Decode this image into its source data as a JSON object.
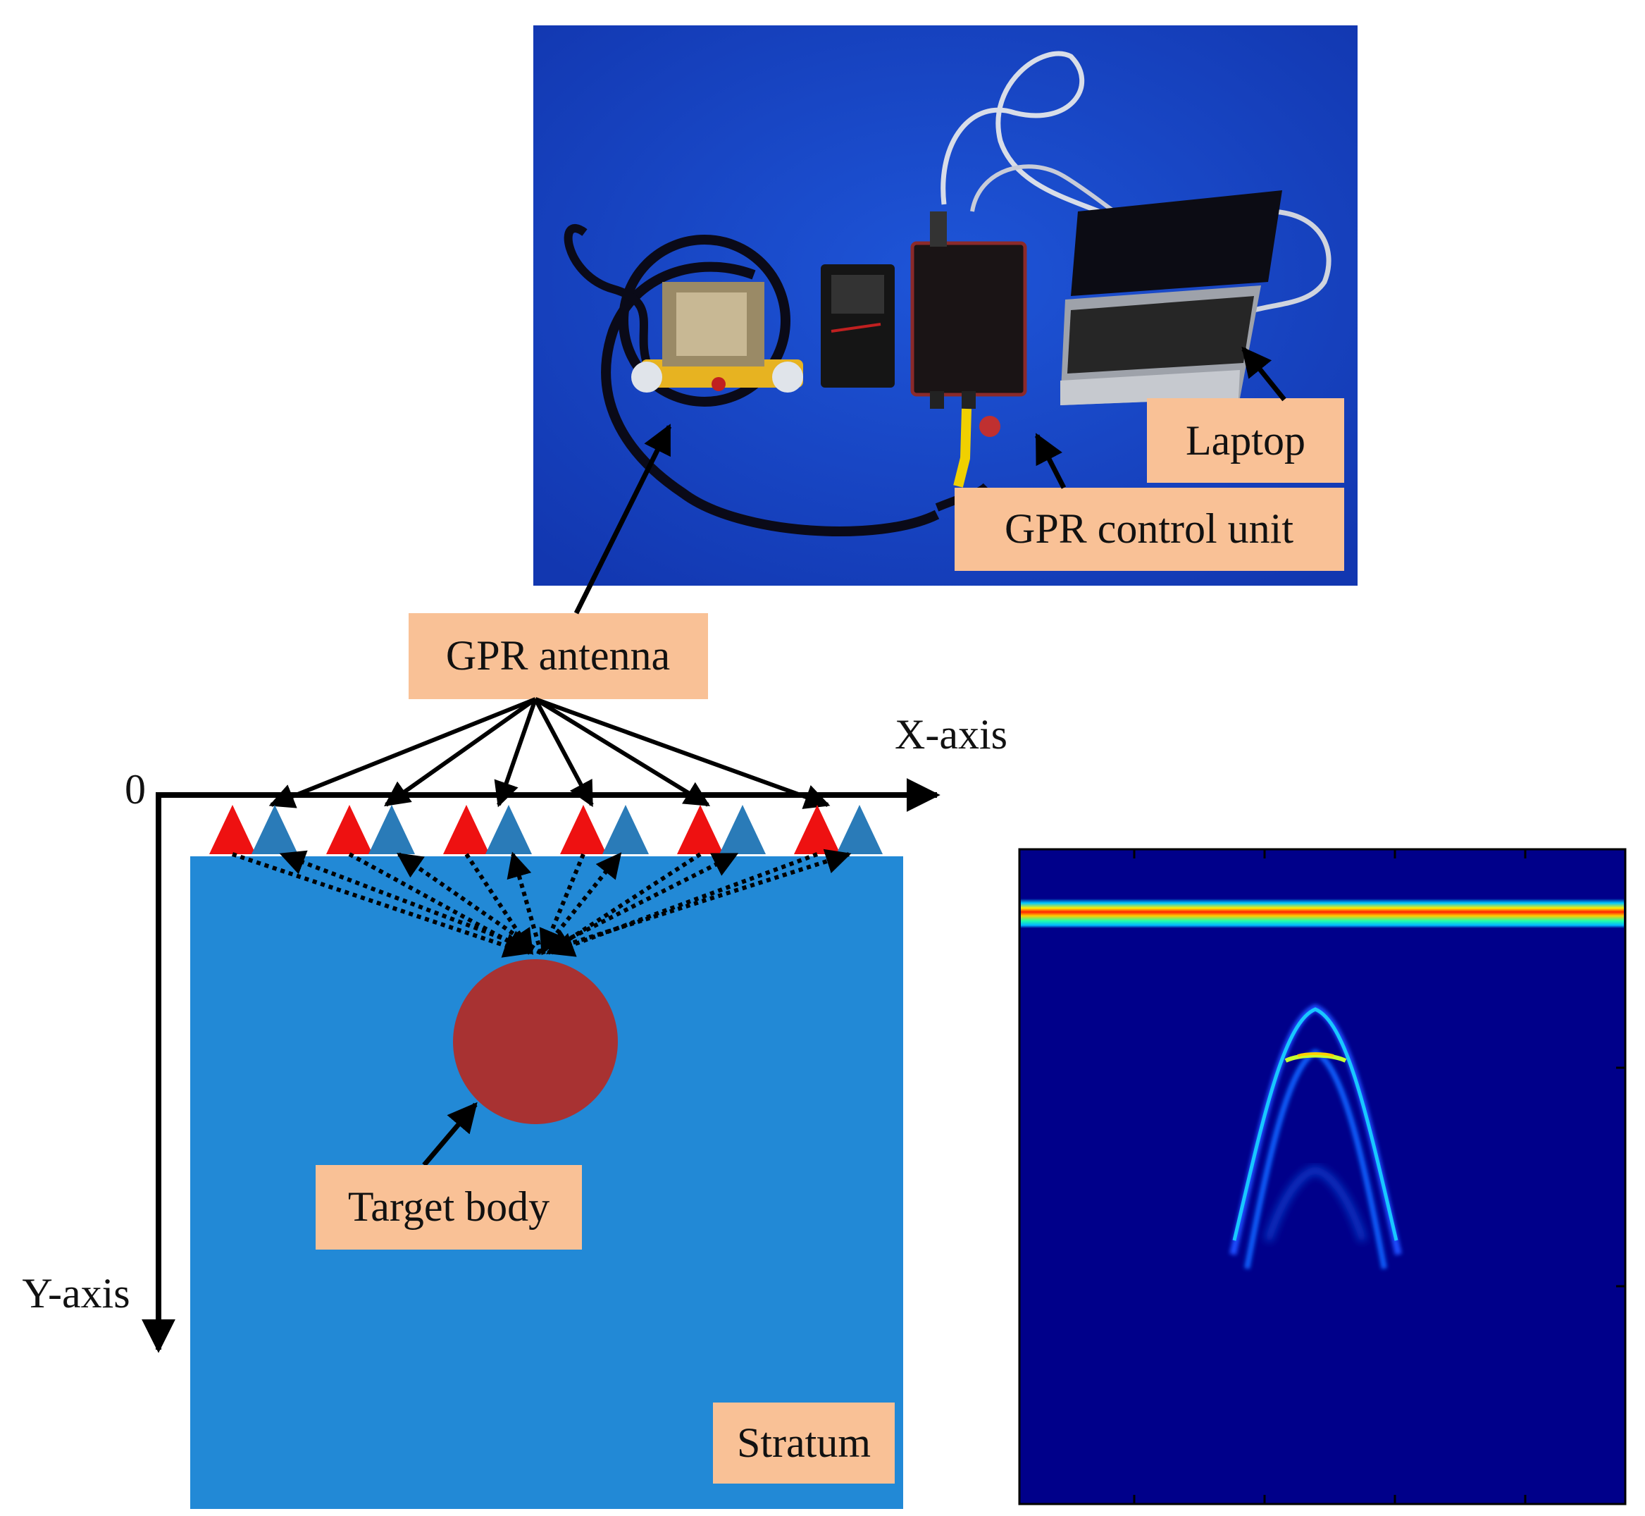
{
  "labels": {
    "laptop": "Laptop",
    "control_unit": "GPR control unit",
    "antenna": "GPR antenna",
    "x_axis": "X-axis",
    "y_axis": "Y-axis",
    "origin": "0",
    "target": "Target body",
    "stratum": "Stratum"
  },
  "antenna_pairs": 6,
  "colors": {
    "photo_bg": "#1746c9",
    "stratum": "#2289d6",
    "target": "#a83232",
    "transmitter": "#ee1111",
    "receiver": "#2a7bb8",
    "label_bg": "#f9c196",
    "bscan_bg": "#00008a"
  },
  "icons": [
    "photo-gpr-equipment",
    "hyperbola-bscan-image"
  ]
}
